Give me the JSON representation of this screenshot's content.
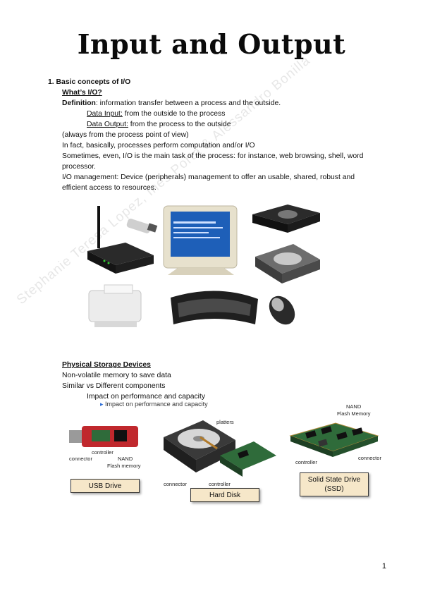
{
  "page": {
    "title": "Input and Output",
    "watermark": "Stephanie Teresa Lopez, Ines Porta & Alessandro Bonilla",
    "page_number": "1"
  },
  "section1": {
    "heading": "1.   Basic concepts of I/O",
    "subheading": "What’s I/O?",
    "definition_label": "Definition",
    "definition_text": ": information transfer between a process and the outside.",
    "data_input_label": "Data Input:",
    "data_input_text": " from the outside to the process",
    "data_output_label": "Data Output:",
    "data_output_text": " from the process to the outside",
    "line_always": "(always from the process point of view)",
    "line_fact": "In fact, basically, processes perform computation and/or I/O",
    "line_sometimes_1": "Sometimes, even, I/O is the main task of the process: for instance, web browsing, shell, word",
    "line_sometimes_2": "processor.",
    "line_mgmt_1": "I/O management: Device (peripherals) management to offer an usable, shared, robust and",
    "line_mgmt_2": "efficient access to resources."
  },
  "section2": {
    "heading": "Physical Storage Devices",
    "line1": "Non-volatile memory to save data",
    "line2": "Similar vs Different components",
    "line3": "Impact on performance and capacity",
    "figure_caption": "Impact on performance and capacity",
    "usb_label": "USB Drive",
    "usb_callouts": {
      "controller": "controller",
      "connector": "connector",
      "nand": "NAND",
      "flash": "Flash memory"
    },
    "hdd_label": "Hard Disk",
    "hdd_callouts": {
      "platters": "platters",
      "connector": "connector",
      "controller": "controller"
    },
    "ssd_label_1": "Solid State Drive",
    "ssd_label_2": "(SSD)",
    "ssd_callouts": {
      "nand": "NAND",
      "flash": "Flash Memory",
      "controller": "controller",
      "connector": "connector"
    }
  },
  "colors": {
    "usb_red": "#c0282d",
    "pcb_green": "#2f6b3a",
    "label_bg": "#f6e7c9",
    "monitor_blue": "#1e5fb8"
  }
}
